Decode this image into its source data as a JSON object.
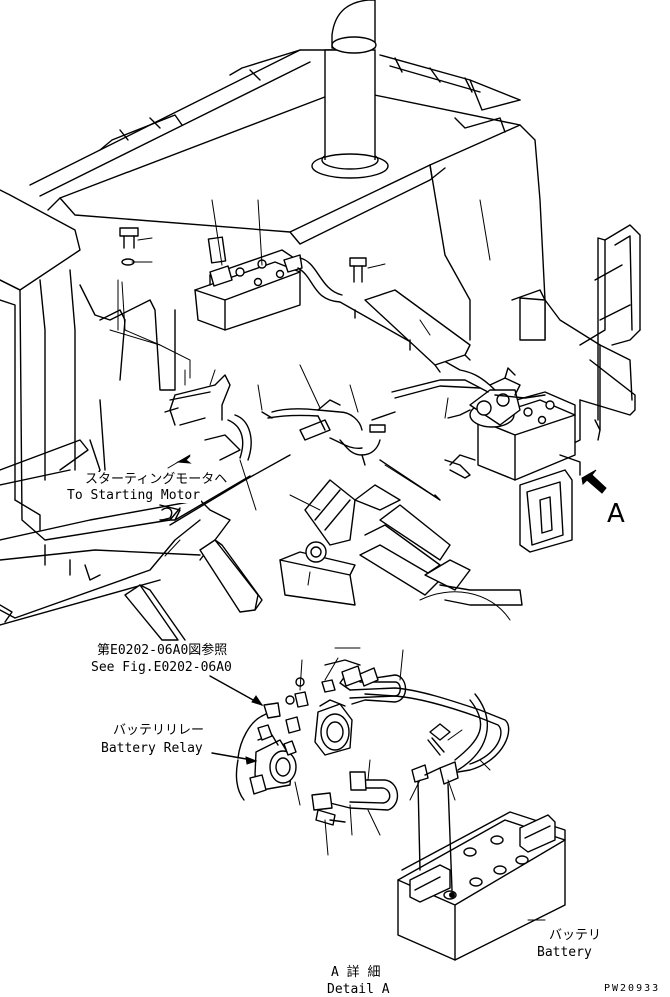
{
  "labels": {
    "starting_motor_jp": "スターティングモータヘ",
    "starting_motor_en": "To Starting Motor",
    "view_arrow": "A",
    "see_fig_jp": "第E0202-06A0図参照",
    "see_fig_en": "See Fig.E0202-06A0",
    "battery_relay_jp": "バッテリリレー",
    "battery_relay_en": "Battery Relay",
    "battery_jp": "バッテリ",
    "battery_en": "Battery",
    "detail_jp": "A 詳 細",
    "detail_en": "Detail A",
    "drawing_code": "PW20933"
  }
}
